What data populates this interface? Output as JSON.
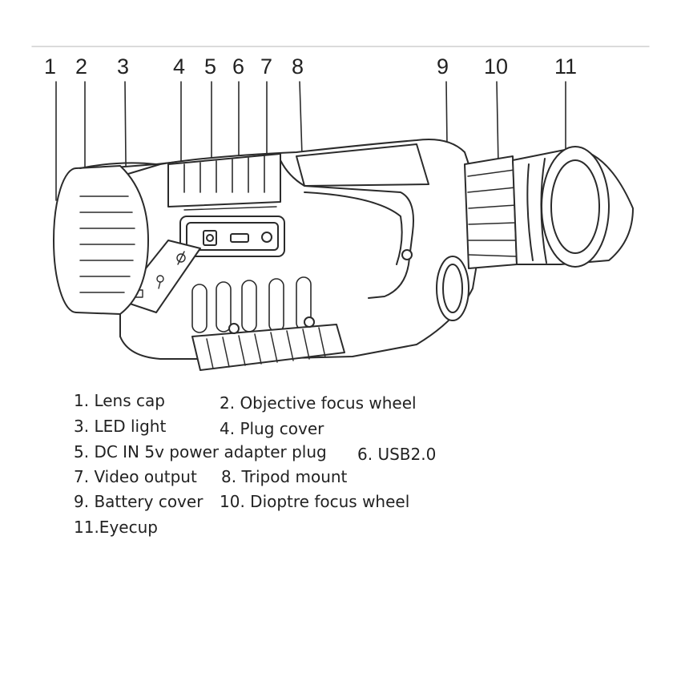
{
  "callouts": [
    "1",
    "2",
    "3",
    "4",
    "5",
    "6",
    "7",
    "8",
    "9",
    "10",
    "11"
  ],
  "legend": [
    "1. Lens cap",
    "2. Objective focus wheel",
    "3. LED light",
    "4. Plug cover",
    "5. DC IN 5v power adapter plug",
    "6. USB2.0",
    "7. Video output",
    "8. Tripod mount",
    "9. Battery cover",
    "10. Dioptre focus wheel",
    "11.Eyecup"
  ]
}
